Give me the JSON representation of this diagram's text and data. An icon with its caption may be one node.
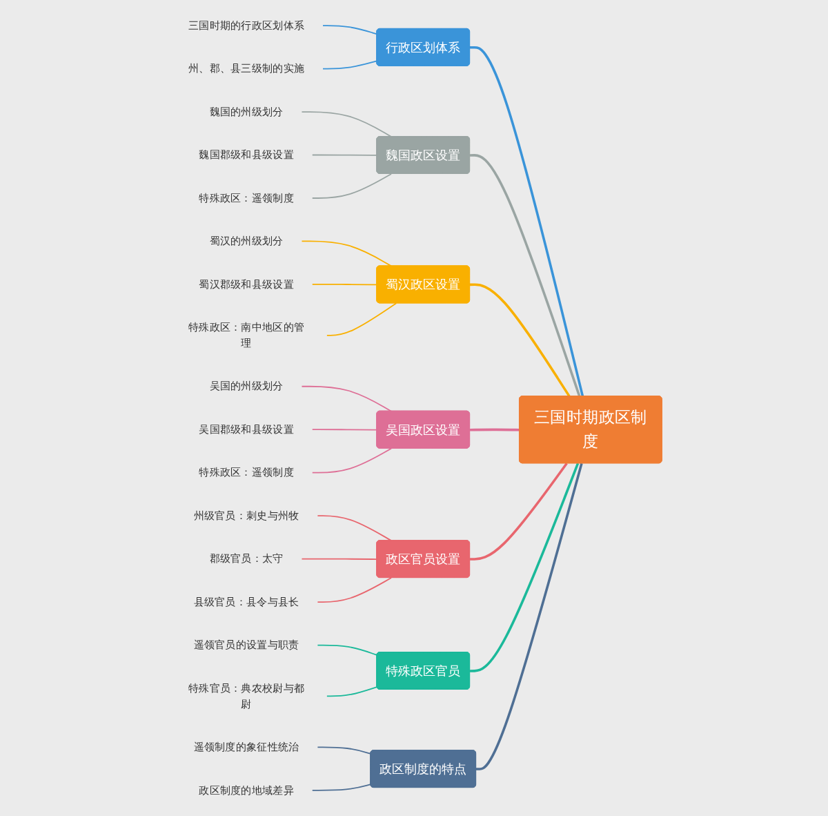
{
  "diagram": {
    "nodes": [
      {
        "text": [
          "三国时期政区制度"
        ]
      },
      {
        "text": [
          "行政区划体系"
        ]
      },
      {
        "text": [
          "三国时期的行政区划体系"
        ]
      },
      {
        "text": [
          "州、郡、县三级制的实施"
        ]
      },
      {
        "text": [
          "魏国政区设置"
        ]
      },
      {
        "text": [
          "魏国的州级划分"
        ]
      },
      {
        "text": [
          "魏国郡级和县级设置"
        ]
      },
      {
        "text": [
          "特殊政区：遥领制度"
        ]
      },
      {
        "text": [
          "蜀汉政区设置"
        ]
      },
      {
        "text": [
          "蜀汉的州级划分"
        ]
      },
      {
        "text": [
          "蜀汉郡级和县级设置"
        ]
      },
      {
        "text": [
          "特殊政区：南中地区的管理"
        ]
      },
      {
        "text": [
          "吴国政区设置"
        ]
      },
      {
        "text": [
          "吴国的州级划分"
        ]
      },
      {
        "text": [
          "吴国郡级和县级设置"
        ]
      },
      {
        "text": [
          "特殊政区：遥领制度"
        ]
      },
      {
        "text": [
          "政区官员设置"
        ]
      },
      {
        "text": [
          "州级官员：刺史与州牧"
        ]
      },
      {
        "text": [
          "郡级官员：太守"
        ]
      },
      {
        "text": [
          "县级官员：县令与县长"
        ]
      },
      {
        "text": [
          "特殊政区官员"
        ]
      },
      {
        "text": [
          "遥领官员的设置与职责"
        ]
      },
      {
        "text": [
          "特殊官员：典农校尉与都尉"
        ]
      },
      {
        "text": [
          "政区制度的特点"
        ]
      },
      {
        "text": [
          "遥领制度的象征性统治"
        ]
      },
      {
        "text": [
          "政区制度的地域差异"
        ]
      }
    ],
    "edges": [
      {
        "from": 0,
        "to": 1,
        "arrow": "none",
        "style": "thick",
        "color": "#3a94d9"
      },
      {
        "from": 1,
        "to": 2,
        "arrow": "none",
        "color": "#3a94d9"
      },
      {
        "from": 1,
        "to": 3,
        "arrow": "none",
        "color": "#3a94d9"
      },
      {
        "from": 0,
        "to": 4,
        "arrow": "none",
        "style": "thick",
        "color": "#9aa5a3"
      },
      {
        "from": 4,
        "to": 5,
        "arrow": "none",
        "color": "#9aa5a3"
      },
      {
        "from": 4,
        "to": 6,
        "arrow": "none",
        "color": "#9aa5a3"
      },
      {
        "from": 4,
        "to": 7,
        "arrow": "none",
        "color": "#9aa5a3"
      },
      {
        "from": 0,
        "to": 8,
        "arrow": "none",
        "style": "thick",
        "color": "#f9b000"
      },
      {
        "from": 8,
        "to": 9,
        "arrow": "none",
        "color": "#f9b000"
      },
      {
        "from": 8,
        "to": 10,
        "arrow": "none",
        "color": "#f9b000"
      },
      {
        "from": 8,
        "to": 11,
        "arrow": "none",
        "color": "#f9b000"
      },
      {
        "from": 0,
        "to": 12,
        "arrow": "none",
        "style": "thick",
        "color": "#de6f96"
      },
      {
        "from": 12,
        "to": 13,
        "arrow": "none",
        "color": "#de6f96"
      },
      {
        "from": 12,
        "to": 14,
        "arrow": "none",
        "color": "#de6f96"
      },
      {
        "from": 12,
        "to": 15,
        "arrow": "none",
        "color": "#de6f96"
      },
      {
        "from": 0,
        "to": 16,
        "arrow": "none",
        "style": "thick",
        "color": "#e8666e"
      },
      {
        "from": 16,
        "to": 17,
        "arrow": "none",
        "color": "#e8666e"
      },
      {
        "from": 16,
        "to": 18,
        "arrow": "none",
        "color": "#e8666e"
      },
      {
        "from": 16,
        "to": 19,
        "arrow": "none",
        "color": "#e8666e"
      },
      {
        "from": 0,
        "to": 20,
        "arrow": "none",
        "style": "thick",
        "color": "#1bb99a"
      },
      {
        "from": 20,
        "to": 21,
        "arrow": "none",
        "color": "#1bb99a"
      },
      {
        "from": 20,
        "to": 22,
        "arrow": "none",
        "color": "#1bb99a"
      },
      {
        "from": 0,
        "to": 23,
        "arrow": "none",
        "style": "thick",
        "color": "#4f6f94"
      },
      {
        "from": 23,
        "to": 24,
        "arrow": "none",
        "color": "#4f6f94"
      },
      {
        "from": 23,
        "to": 25,
        "arrow": "none",
        "color": "#4f6f94"
      }
    ]
  }
}
